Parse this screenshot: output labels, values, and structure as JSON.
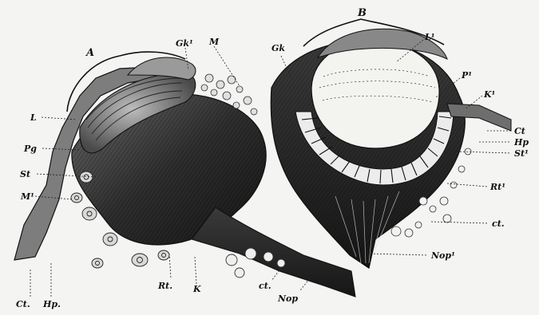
{
  "labels": {
    "A": "A",
    "B": "B",
    "L": "L",
    "Pg": "Pg",
    "St": "St",
    "M1": "M¹",
    "Ct": "Ct.",
    "Hp": "Hp.",
    "Gk1": "Gk¹",
    "M": "M",
    "Gk": "Gk",
    "L1": "L¹",
    "P1": "P¹",
    "K1": "K¹",
    "Ct_r": "Ct",
    "Hp_r": "Hp",
    "St1": "St¹",
    "Rt1": "Rt¹",
    "ct_r": "ct.",
    "Nop1": "Nop¹",
    "Rt": "Rt.",
    "K": "K",
    "ct_b": "ct.",
    "Nop": "Nop"
  }
}
